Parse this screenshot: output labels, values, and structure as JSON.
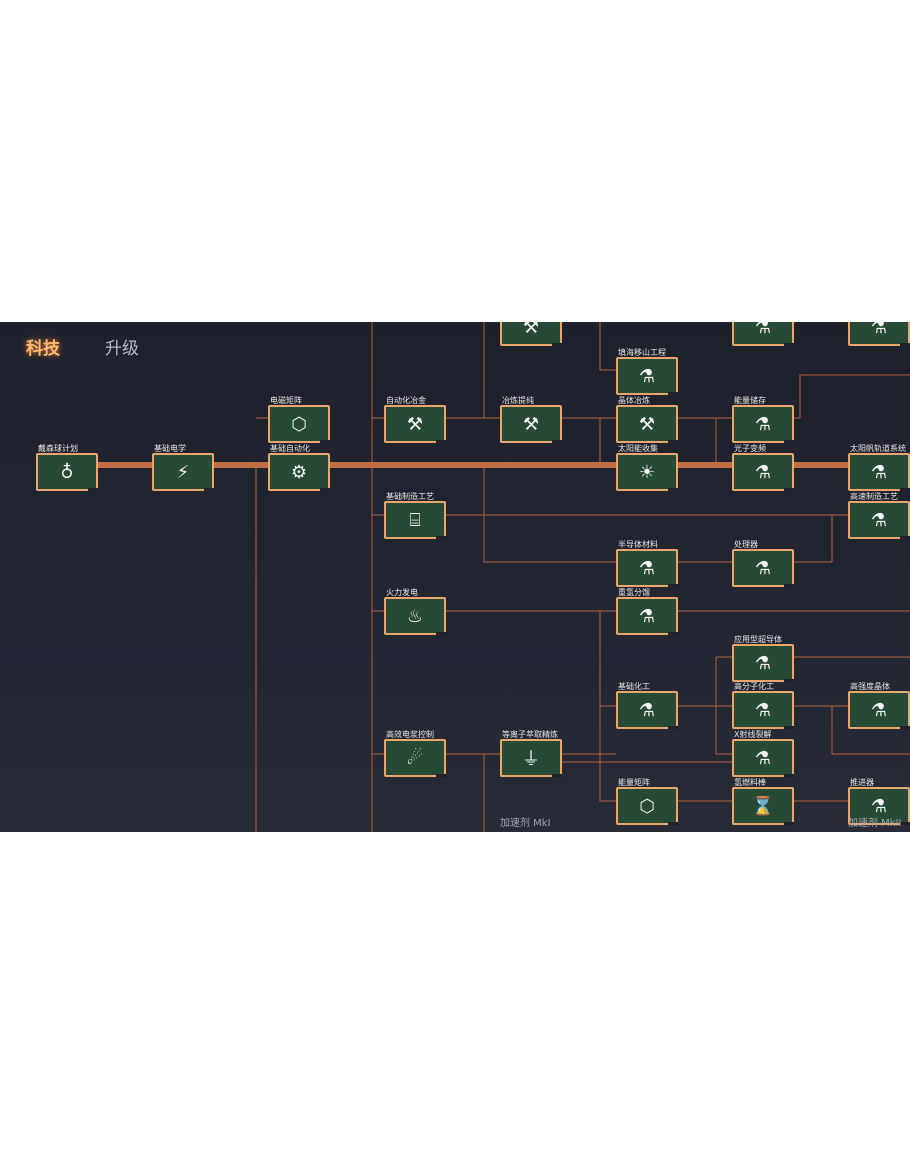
{
  "tabs": {
    "tech": "科技",
    "upgrade": "升级"
  },
  "colors": {
    "node_fill": "#264a35",
    "node_border": "#e9a76c",
    "line": "#b0603c",
    "main_line": "#c06d43"
  },
  "nodes": [
    {
      "label": "戴森球计划",
      "icon": "dyson-icon",
      "glyph": "♁"
    },
    {
      "label": "基础电学",
      "icon": "electric-icon",
      "glyph": "⚡"
    },
    {
      "label": "电磁矩阵",
      "icon": "matrix-icon",
      "glyph": "⬡"
    },
    {
      "label": "基础自动化",
      "icon": "automation-icon",
      "glyph": "⚙"
    },
    {
      "label": "自动化冶金",
      "icon": "anvil-icon",
      "glyph": "⚒"
    },
    {
      "label": "基础制造工艺",
      "icon": "assembler-icon",
      "glyph": "⌸"
    },
    {
      "label": "火力发电",
      "icon": "power-plant-icon",
      "glyph": "♨"
    },
    {
      "label": "高效电浆控制",
      "icon": "plasma-icon",
      "glyph": "☄"
    },
    {
      "label": "",
      "icon": "tools-icon",
      "glyph": "⚒"
    },
    {
      "label": "冶炼提纯",
      "icon": "anvil-icon",
      "glyph": "⚒"
    },
    {
      "label": "等离子萃取精炼",
      "icon": "refinery-icon",
      "glyph": "⏚"
    },
    {
      "label": "填海移山工程",
      "icon": "flask-icon",
      "glyph": "⚗"
    },
    {
      "label": "晶体冶炼",
      "icon": "anvil-icon",
      "glyph": "⚒"
    },
    {
      "label": "太阳能收集",
      "icon": "sun-icon",
      "glyph": "☀"
    },
    {
      "label": "半导体材料",
      "icon": "flask-icon",
      "glyph": "⚗"
    },
    {
      "label": "重氢分馏",
      "icon": "flask-icon",
      "glyph": "⚗"
    },
    {
      "label": "基础化工",
      "icon": "flask-icon",
      "glyph": "⚗"
    },
    {
      "label": "能量矩阵",
      "icon": "matrix-icon",
      "glyph": "⬡"
    },
    {
      "label": "",
      "icon": "flask-icon",
      "glyph": "⚗"
    },
    {
      "label": "能量储存",
      "icon": "flask-icon",
      "glyph": "⚗"
    },
    {
      "label": "光子变频",
      "icon": "flask-icon",
      "glyph": "⚗"
    },
    {
      "label": "处理器",
      "icon": "flask-icon",
      "glyph": "⚗"
    },
    {
      "label": "应用型超导体",
      "icon": "flask-icon",
      "glyph": "⚗"
    },
    {
      "label": "高分子化工",
      "icon": "flask-icon",
      "glyph": "⚗"
    },
    {
      "label": "X射线裂解",
      "icon": "flask-icon",
      "glyph": "⚗"
    },
    {
      "label": "氢燃料棒",
      "icon": "fuel-rod-icon",
      "glyph": "⌛"
    },
    {
      "label": "",
      "icon": "flask-icon",
      "glyph": "⚗"
    },
    {
      "label": "太阳帆轨道系统",
      "icon": "flask-icon",
      "glyph": "⚗"
    },
    {
      "label": "高速制造工艺",
      "icon": "flask-icon",
      "glyph": "⚗"
    },
    {
      "label": "高强度晶体",
      "icon": "flask-icon",
      "glyph": "⚗"
    },
    {
      "label": "推进器",
      "icon": "flask-icon",
      "glyph": "⚗"
    }
  ],
  "footers": [
    "加速剂 MkI",
    "加速剂 MkII"
  ]
}
